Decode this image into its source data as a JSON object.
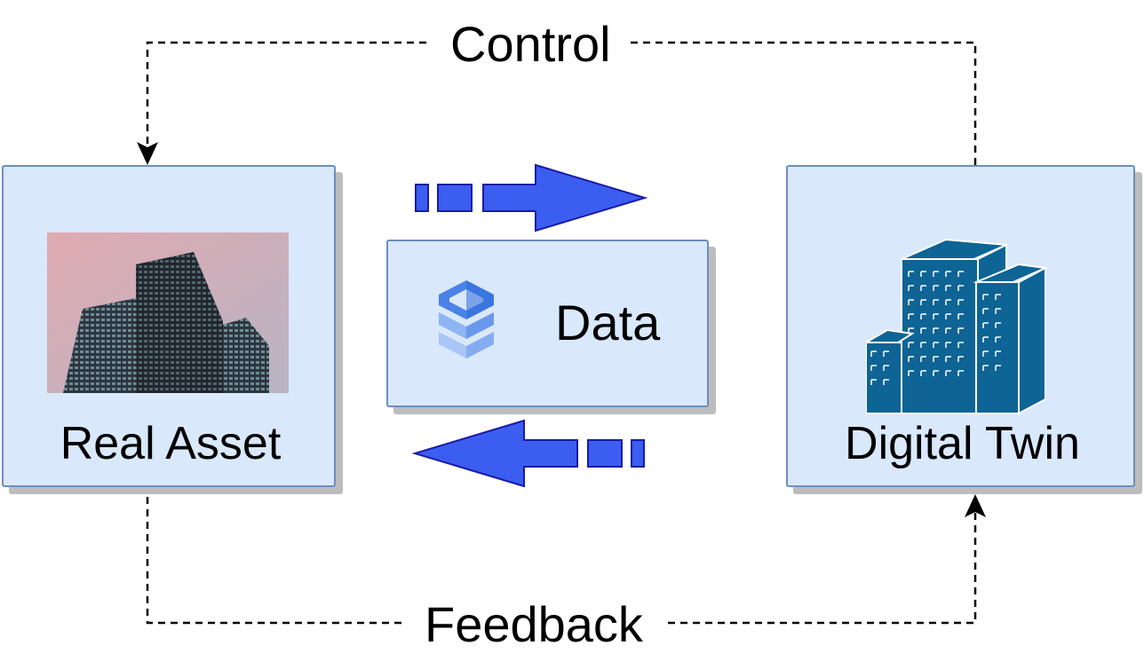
{
  "nodes": {
    "real_asset": {
      "label": "Real Asset"
    },
    "data": {
      "label": "Data"
    },
    "digital_twin": {
      "label": "Digital Twin"
    }
  },
  "edges": {
    "control": {
      "label": "Control",
      "from": "Digital Twin",
      "to": "Real Asset"
    },
    "feedback": {
      "label": "Feedback",
      "from": "Real Asset",
      "to": "Digital Twin"
    }
  },
  "colors": {
    "box_fill": "#dae8fc",
    "box_border": "#6c8ebf",
    "arrow_fill": "#3b5ef0",
    "arrow_stroke": "#1a1aa8",
    "building_fill": "#0e6494"
  },
  "icons": {
    "data": "stacked-layers-icon",
    "digital_twin": "office-buildings-icon",
    "real_asset": "skyscraper-photo"
  }
}
